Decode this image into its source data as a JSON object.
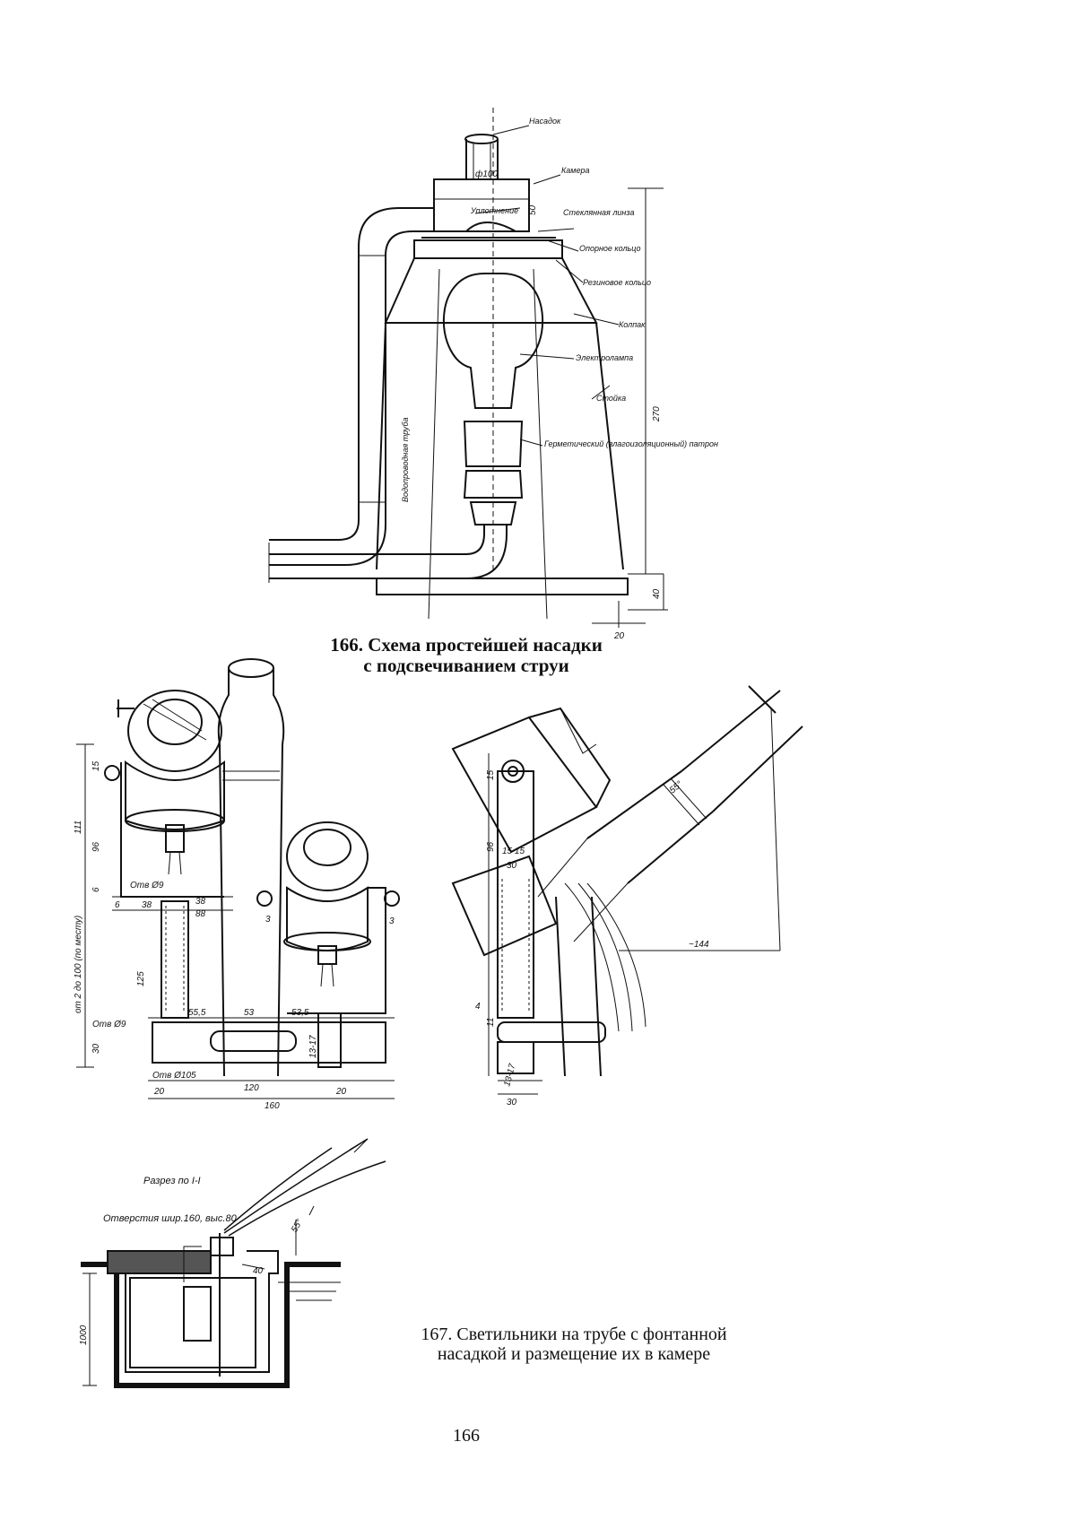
{
  "fig166": {
    "caption_line1": "166. Схема простейшей насадки",
    "caption_line2": "с подсвечиванием струи",
    "labels": {
      "nasadok": "Насадок",
      "kamera": "Камера",
      "uplotnenie": "Уплотнение",
      "steklyannaya_linza": "Стеклянная линза",
      "opornoe_koltso": "Опорное кольцо",
      "rezinovoe_koltso": "Резиновое кольцо",
      "kolpak": "Колпак",
      "elektrolampa": "Электролампа",
      "stoyka": "Стойка",
      "vodoprovodnaya_truba": "Водопроводная труба",
      "patron": "Герметический (влагоизоляционный) патрон"
    },
    "dims": {
      "d100": "ф100",
      "h50": "50",
      "h270": "270",
      "h40": "40",
      "w20": "20"
    }
  },
  "fig167": {
    "caption_line1": "167. Светильники на трубе с фонтанной",
    "caption_line2": "насадкой и размещение их в камере",
    "section_title": "Разрез по I-I",
    "opening_label": "Отверстия шир.160, выс.80",
    "dims": {
      "d15": "15",
      "d111": "111",
      "d96": "96",
      "d6": "6",
      "otv9a": "Отв Ø9",
      "otv9b": "Отв Ø9",
      "d38a": "38",
      "d38b": "38",
      "d88": "88",
      "d6b": "6",
      "d3a": "3",
      "d3b": "3",
      "d125": "125",
      "ot2": "от 2 до 100 (по месту)",
      "d55": "55,5",
      "d53": "53",
      "d535": "53,5",
      "d30": "30",
      "d1317": "13-17",
      "otv105": "Отв Ø105",
      "d20a": "20",
      "d120": "120",
      "d20b": "20",
      "d160": "160",
      "s15": "15",
      "s55": "55°",
      "s96": "96",
      "s1515": "15 15",
      "s30": "30",
      "s144": "~144",
      "s1317": "13-17",
      "s30b": "30",
      "s4": "4",
      "s11": "11",
      "r55": "55°",
      "r40": "40",
      "r1000": "1000"
    }
  },
  "page_number": "166"
}
